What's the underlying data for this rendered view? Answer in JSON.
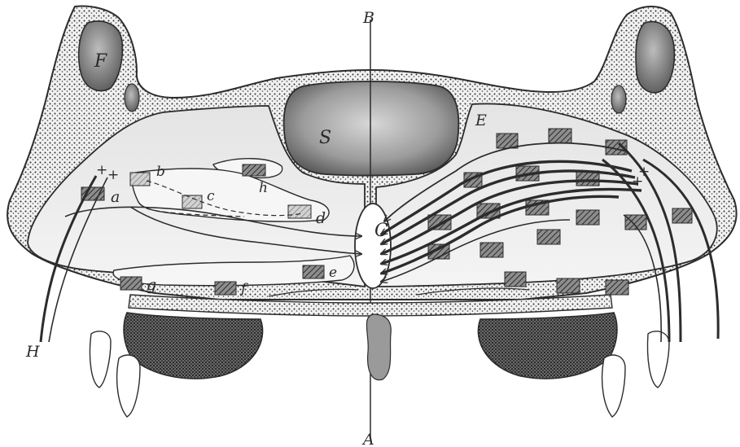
{
  "figure": {
    "labels": {
      "F": "F",
      "S": "S",
      "E": "E",
      "B": "B",
      "A": "A",
      "C": "C",
      "H": "H",
      "a": "a",
      "b": "b",
      "c": "c",
      "d": "d",
      "e": "e",
      "f": "f",
      "g": "g",
      "h": "h"
    },
    "plus_sign": "+"
  }
}
